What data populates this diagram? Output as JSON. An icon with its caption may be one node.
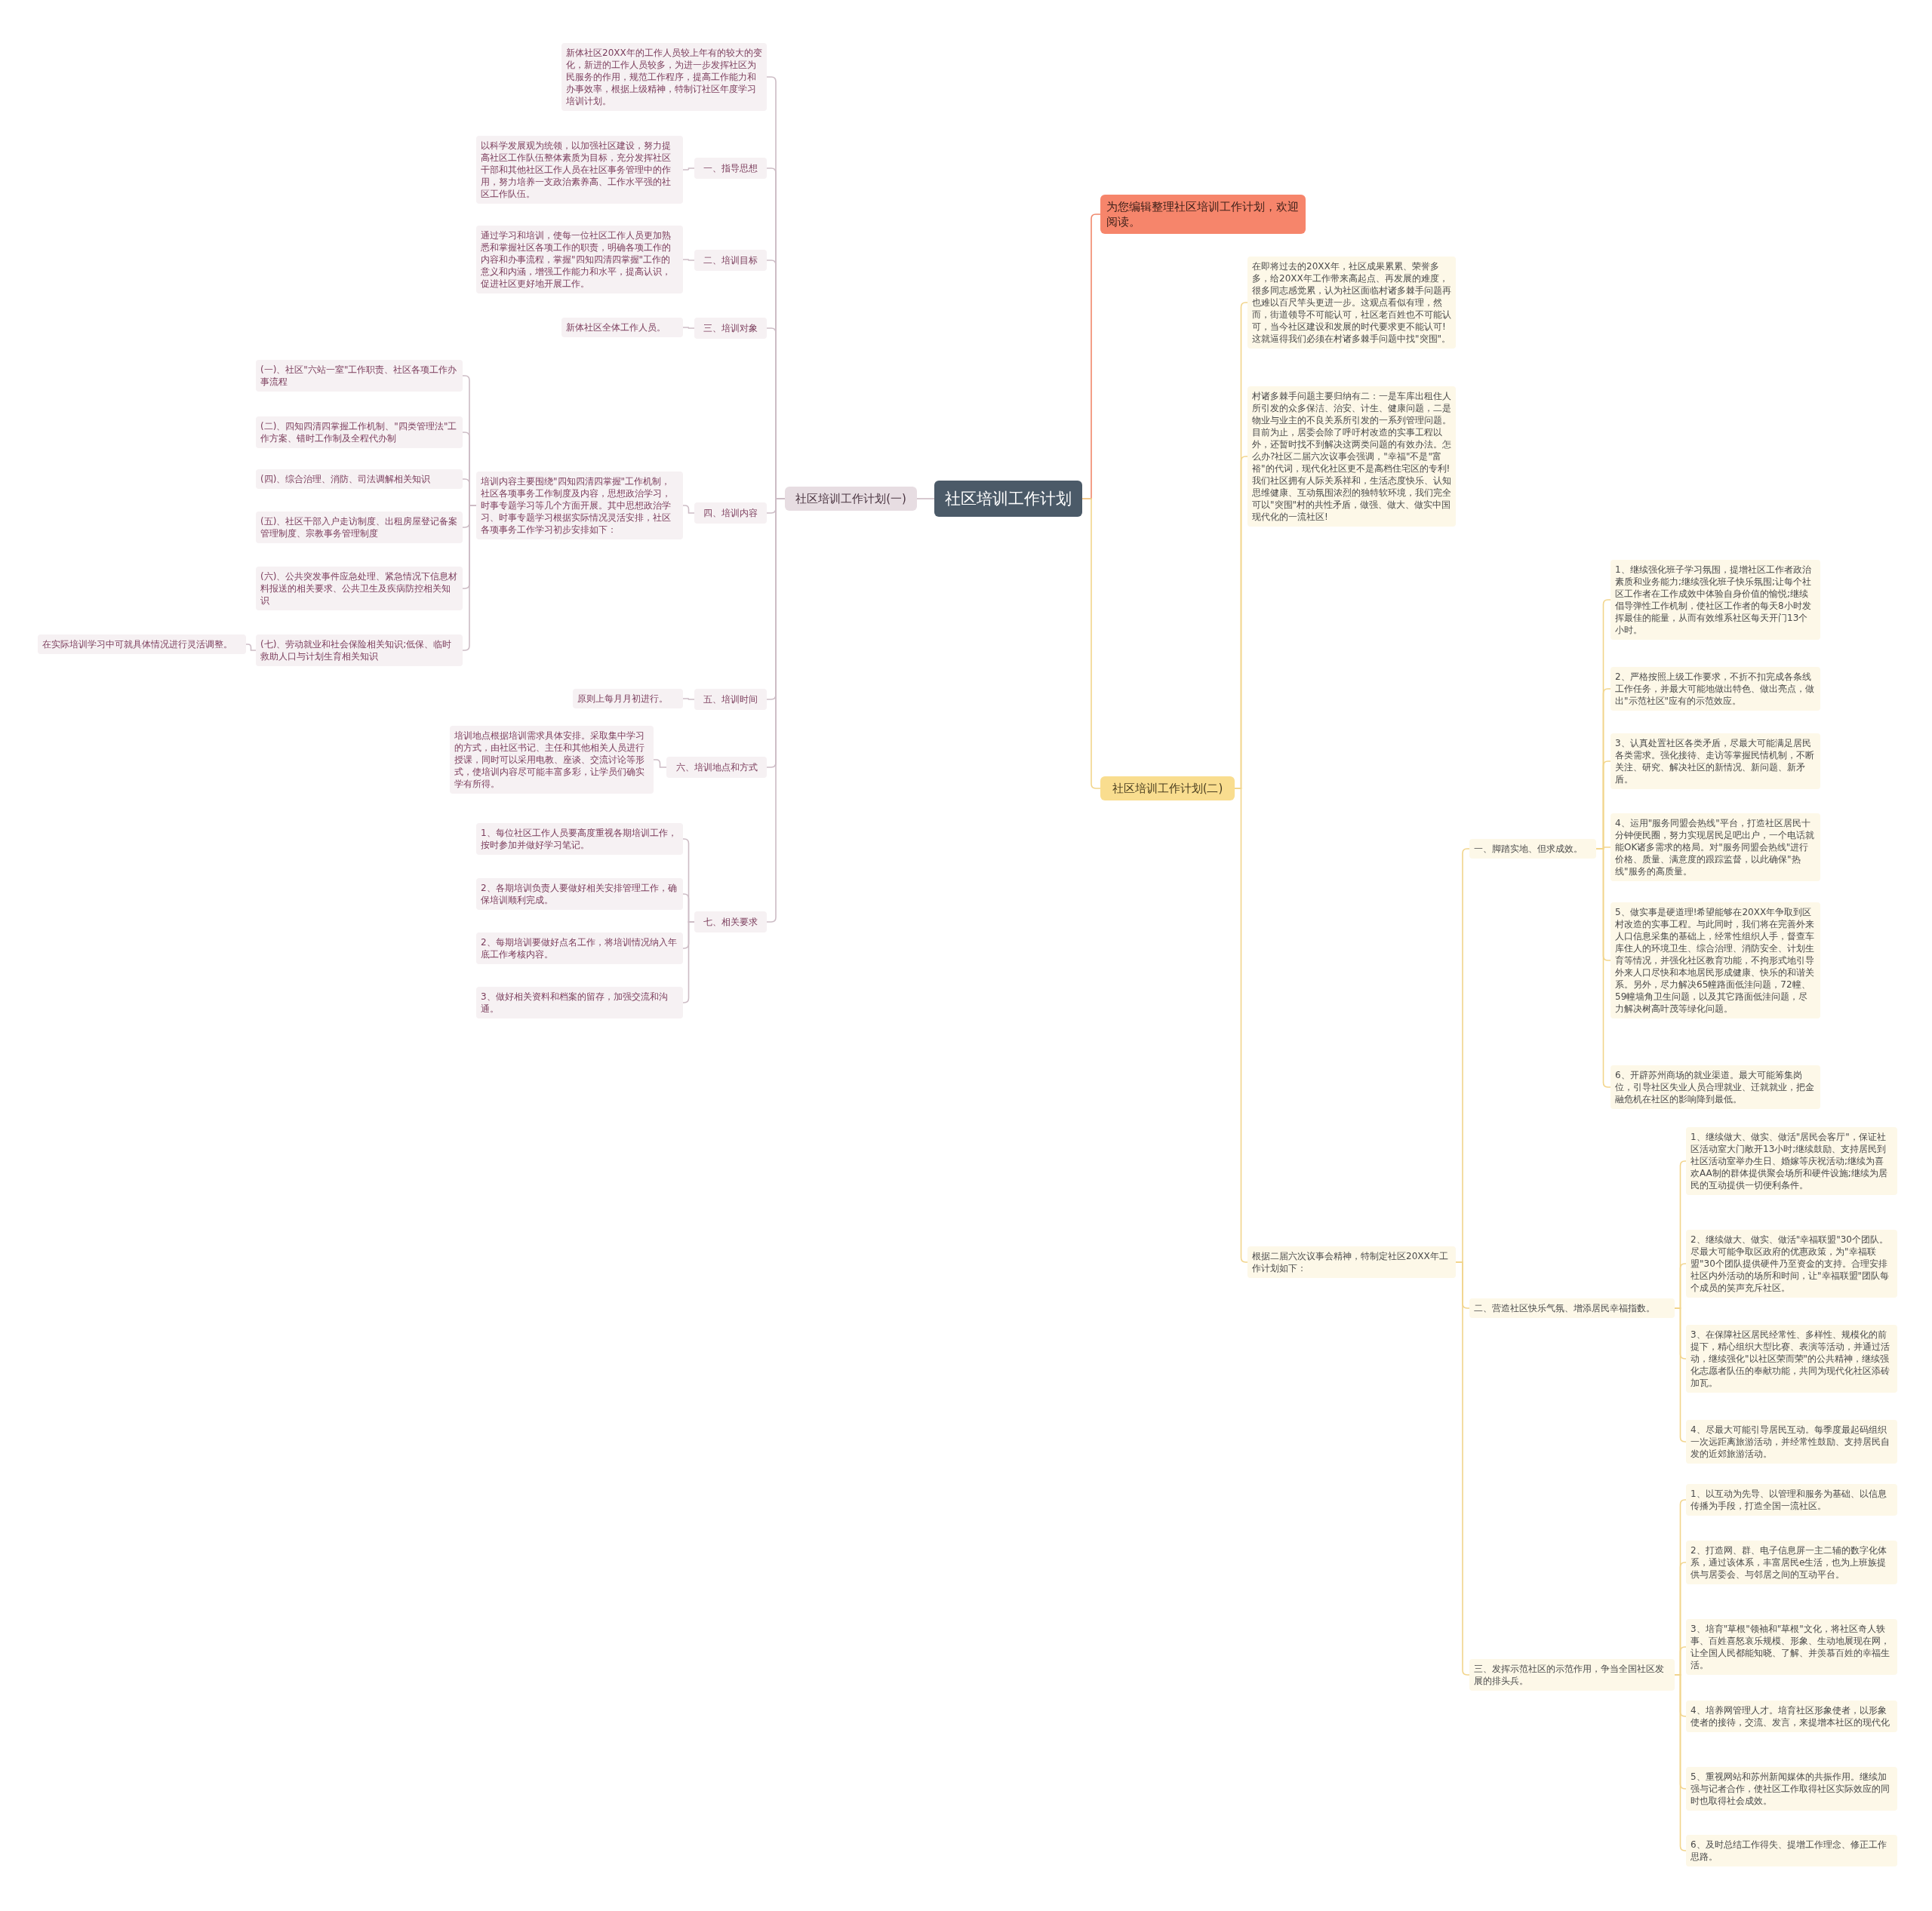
{
  "diagram": {
    "nodes": [
      {
        "text": [
          "社区培训工作计划"
        ]
      },
      {
        "text": [
          "社区培训工作计划(一)"
        ]
      },
      {
        "text": [
          "新体社区20XX年的工作人员较上年有的较大的变化，新进的工作人员较多，为进一步发挥社区为民服务的作用，规范工作程序，提高工作能力和办事效率，根据上级精神，特制订社区年度学习培训计划。"
        ]
      },
      {
        "text": [
          "一、指导思想"
        ]
      },
      {
        "text": [
          "以科学发展观为统领，以加强社区建设，努力提高社区工作队伍整体素质为目标，充分发挥社区干部和其他社区工作人员在社区事务管理中的作用，努力培养一支政治素养高、工作水平强的社区工作队伍。"
        ]
      },
      {
        "text": [
          "二、培训目标"
        ]
      },
      {
        "text": [
          "通过学习和培训，使每一位社区工作人员更加熟悉和掌握社区各项工作的职责，明确各项工作的内容和办事流程，掌握\"四知四清四掌握\"工作的意义和内涵，增强工作能力和水平，提高认识，促进社区更好地开展工作。"
        ]
      },
      {
        "text": [
          "三、培训对象"
        ]
      },
      {
        "text": [
          "新体社区全体工作人员。"
        ]
      },
      {
        "text": [
          "四、培训内容"
        ]
      },
      {
        "text": [
          "培训内容主要围绕\"四知四清四掌握\"工作机制，社区各项事务工作制度及内容，思想政治学习，时事专题学习等几个方面开展。其中思想政治学习、时事专题学习根据实际情况灵活安排，社区各项事务工作学习初步安排如下："
        ]
      },
      {
        "text": [
          "(一)、社区\"六站一室\"工作职责、社区各项工作办事流程"
        ]
      },
      {
        "text": [
          "(二)、四知四清四掌握工作机制、\"四类管理法\"工作方案、错时工作制及全程代办制"
        ]
      },
      {
        "text": [
          "(四)、综合治理、消防、司法调解相关知识"
        ]
      },
      {
        "text": [
          "(五)、社区干部入户走访制度、出租房屋登记备案管理制度、宗教事务管理制度"
        ]
      },
      {
        "text": [
          "(六)、公共突发事件应急处理、紧急情况下信息材料报送的相关要求、公共卫生及疾病防控相关知识"
        ]
      },
      {
        "text": [
          "(七)、劳动就业和社会保险相关知识;低保、临时救助人口与计划生育相关知识"
        ]
      },
      {
        "text": [
          "在实际培训学习中可就具体情况进行灵活调整。"
        ]
      },
      {
        "text": [
          "五、培训时间"
        ]
      },
      {
        "text": [
          "原则上每月月初进行。"
        ]
      },
      {
        "text": [
          "六、培训地点和方式"
        ]
      },
      {
        "text": [
          "培训地点根据培训需求具体安排。采取集中学习的方式，由社区书记、主任和其他相关人员进行授课，同时可以采用电教、座谈、交流讨论等形式，使培训内容尽可能丰富多彩，让学员们确实学有所得。"
        ]
      },
      {
        "text": [
          "七、相关要求"
        ]
      },
      {
        "text": [
          "1、每位社区工作人员要高度重视各期培训工作，按时参加并做好学习笔记。"
        ]
      },
      {
        "text": [
          "2、各期培训负责人要做好相关安排管理工作，确保培训顺利完成。"
        ]
      },
      {
        "text": [
          "2、每期培训要做好点名工作，将培训情况纳入年底工作考核内容。"
        ]
      },
      {
        "text": [
          "3、做好相关资料和档案的留存，加强交流和沟通。"
        ]
      },
      {
        "text": [
          "为您编辑整理社区培训工作计划，欢迎阅读。"
        ]
      },
      {
        "text": [
          "社区培训工作计划(二)"
        ]
      },
      {
        "text": [
          "在即将过去的20XX年，社区成果累累、荣誉多多，给20XX年工作带来高起点、再发展的难度，很多同志感觉累，认为社区面临村诸多棘手问题再也难以百尺竿头更进一步。这观点看似有理，然而，街道领导不可能认可，社区老百姓也不可能认可，当今社区建设和发展的时代要求更不能认可!这就逼得我们必须在村诸多棘手问题中找\"突围\"。"
        ]
      },
      {
        "text": [
          "村诸多棘手问题主要归纳有二：一是车库出租住人所引发的众多保洁、治安、计生、健康问题，二是物业与业主的不良关系所引发的一系列管理问题。目前为止，居委会除了呼吁村改造的实事工程以外，还暂时找不到解决这两类问题的有效办法。怎么办?社区二届六次议事会强调，\"幸福\"不是\"富裕\"的代词，现代化社区更不是高档住宅区的专利!我们社区拥有人际关系祥和，生活态度快乐、认知思维健康、互动氛围浓烈的独特软环境，我们完全可以\"突围\"村的共性矛盾，做强、做大、做实中国现代化的一流社区!"
        ]
      },
      {
        "text": [
          "根据二届六次议事会精神，特制定社区20XX年工作计划如下："
        ]
      },
      {
        "text": [
          "一、脚踏实地、但求成效。"
        ]
      },
      {
        "text": [
          "1、继续强化班子学习氛围，提增社区工作者政治素质和业务能力;继续强化班子快乐氛围;让每个社区工作者在工作成效中体验自身价值的愉悦;继续倡导弹性工作机制，使社区工作者的每天8小时发挥最佳的能量，从而有效维系社区每天开门13个小时。"
        ]
      },
      {
        "text": [
          "2、严格按照上级工作要求，不折不扣完成各条线工作任务，并最大可能地做出特色、做出亮点，做出\"示范社区\"应有的示范效应。"
        ]
      },
      {
        "text": [
          "3、认真处置社区各类矛盾，尽最大可能满足居民各类需求。强化接待、走访等掌握民情机制，不断关注、研究、解决社区的新情况、新问题、新矛盾。"
        ]
      },
      {
        "text": [
          "4、运用\"服务同盟会热线\"平台，打造社区居民十分钟便民圈，努力实现居民足吧出户，一个电话就能OK诸多需求的格局。对\"服务同盟会热线\"进行价格、质量、满意度的跟踪监督，以此确保\"热线\"服务的高质量。"
        ]
      },
      {
        "text": [
          "5、做实事是硬道理!希望能够在20XX年争取到区村改造的实事工程。与此同时，我们将在完善外来人口信息采集的基础上，经常性组织人手，督查车库住人的环境卫生、综合治理、消防安全、计划生育等情况，并强化社区教育功能，不拘形式地引导外来人口尽快和本地居民形成健康、快乐的和谐关系。另外，尽力解决65幢路面低洼问题，72幢、59幢墙角卫生问题，以及其它路面低洼问题，尽力解决树高叶茂等绿化问题。"
        ]
      },
      {
        "text": [
          "6、开辟苏州商场的就业渠道。最大可能筹集岗位，引导社区失业人员合理就业、迁就就业，把金融危机在社区的影响降到最低。"
        ]
      },
      {
        "text": [
          "二、营造社区快乐气氛、增添居民幸福指数。"
        ]
      },
      {
        "text": [
          "1、继续做大、做实、做活\"居民会客厅\"，保证社区活动室大门敞开13小时;继续鼓励、支持居民到社区活动室举办生日、婚嫁等庆祝活动;继续为喜欢AA制的群体提供聚会场所和硬件设施;继续为居民的互动提供一切便利条件。"
        ]
      },
      {
        "text": [
          "2、继续做大、做实、做活\"幸福联盟\"30个团队。尽最大可能争取区政府的优惠政策，为\"幸福联盟\"30个团队提供硬件乃至资金的支持。合理安排社区内外活动的场所和时间，让\"幸福联盟\"团队每个成员的笑声充斥社区。"
        ]
      },
      {
        "text": [
          "3、在保障社区居民经常性、多样性、规模化的前提下，精心组织大型比赛、表演等活动，并通过活动，继续强化\"以社区荣而荣\"的公共精神，继续强化志愿者队伍的奉献功能，共同为现代化社区添砖加瓦。"
        ]
      },
      {
        "text": [
          "4、尽最大可能引导居民互动。每季度最起码组织一次远距离旅游活动，并经常性鼓励、支持居民自发的近郊旅游活动。"
        ]
      },
      {
        "text": [
          "三、发挥示范社区的示范作用，争当全国社区发展的排头兵。"
        ]
      },
      {
        "text": [
          "1、以互动为先导、以管理和服务为基础、以信息传播为手段，打造全国一流社区。"
        ]
      },
      {
        "text": [
          "2、打造网、群、电子信息屏一主二辅的数字化体系，通过该体系，丰富居民e生活，也为上班族提供与居委会、与邻居之间的互动平台。"
        ]
      },
      {
        "text": [
          "3、培育\"草根\"领袖和\"草根\"文化，将社区奇人轶事、百姓喜怒哀乐规模、形象、生动地展现在网，让全国人民都能知晓、了解、并羡慕百姓的幸福生活。"
        ]
      },
      {
        "text": [
          "4、培养网管理人才。培育社区形象使者，以形象使者的接待，交流、发言，来提增本社区的现代化"
        ]
      },
      {
        "text": [
          "5、重视网站和苏州新闻媒体的共振作用。继续加强与记者合作，使社区工作取得社区实际效应的同时也取得社会成效。"
        ]
      },
      {
        "text": [
          "6、及时总结工作得失、提增工作理念、修正工作思路。"
        ]
      }
    ],
    "edges": [
      {
        "from": 0,
        "to": 1,
        "arrow": "none"
      },
      {
        "from": 1,
        "to": 2,
        "arrow": "none"
      },
      {
        "from": 1,
        "to": 3,
        "arrow": "none"
      },
      {
        "from": 3,
        "to": 4,
        "arrow": "none"
      },
      {
        "from": 1,
        "to": 5,
        "arrow": "none"
      },
      {
        "from": 5,
        "to": 6,
        "arrow": "none"
      },
      {
        "from": 1,
        "to": 7,
        "arrow": "none"
      },
      {
        "from": 7,
        "to": 8,
        "arrow": "none"
      },
      {
        "from": 1,
        "to": 9,
        "arrow": "none"
      },
      {
        "from": 9,
        "to": 10,
        "arrow": "none"
      },
      {
        "from": 10,
        "to": 11,
        "arrow": "none"
      },
      {
        "from": 10,
        "to": 12,
        "arrow": "none"
      },
      {
        "from": 10,
        "to": 13,
        "arrow": "none"
      },
      {
        "from": 10,
        "to": 14,
        "arrow": "none"
      },
      {
        "from": 10,
        "to": 15,
        "arrow": "none"
      },
      {
        "from": 10,
        "to": 16,
        "arrow": "none"
      },
      {
        "from": 16,
        "to": 17,
        "arrow": "none"
      },
      {
        "from": 1,
        "to": 18,
        "arrow": "none"
      },
      {
        "from": 18,
        "to": 19,
        "arrow": "none"
      },
      {
        "from": 1,
        "to": 20,
        "arrow": "none"
      },
      {
        "from": 20,
        "to": 21,
        "arrow": "none"
      },
      {
        "from": 1,
        "to": 22,
        "arrow": "none"
      },
      {
        "from": 22,
        "to": 23,
        "arrow": "none"
      },
      {
        "from": 22,
        "to": 24,
        "arrow": "none"
      },
      {
        "from": 22,
        "to": 25,
        "arrow": "none"
      },
      {
        "from": 22,
        "to": 26,
        "arrow": "none"
      },
      {
        "from": 0,
        "to": 27,
        "arrow": "none",
        "color": "#f0876b"
      },
      {
        "from": 0,
        "to": 28,
        "arrow": "none",
        "color": "#f2d58c"
      },
      {
        "from": 28,
        "to": 29,
        "arrow": "none",
        "color": "#f2d58c"
      },
      {
        "from": 28,
        "to": 30,
        "arrow": "none",
        "color": "#f2d58c"
      },
      {
        "from": 28,
        "to": 31,
        "arrow": "none",
        "color": "#f2d58c"
      },
      {
        "from": 31,
        "to": 32,
        "arrow": "none",
        "color": "#f2d58c"
      },
      {
        "from": 32,
        "to": 33,
        "arrow": "none",
        "color": "#f2d58c"
      },
      {
        "from": 32,
        "to": 34,
        "arrow": "none",
        "color": "#f2d58c"
      },
      {
        "from": 32,
        "to": 35,
        "arrow": "none",
        "color": "#f2d58c"
      },
      {
        "from": 32,
        "to": 36,
        "arrow": "none",
        "color": "#f2d58c"
      },
      {
        "from": 32,
        "to": 37,
        "arrow": "none",
        "color": "#f2d58c"
      },
      {
        "from": 32,
        "to": 38,
        "arrow": "none",
        "color": "#f2d58c"
      },
      {
        "from": 31,
        "to": 39,
        "arrow": "none",
        "color": "#f2d58c"
      },
      {
        "from": 39,
        "to": 40,
        "arrow": "none",
        "color": "#f2d58c"
      },
      {
        "from": 39,
        "to": 41,
        "arrow": "none",
        "color": "#f2d58c"
      },
      {
        "from": 39,
        "to": 42,
        "arrow": "none",
        "color": "#f2d58c"
      },
      {
        "from": 39,
        "to": 43,
        "arrow": "none",
        "color": "#f2d58c"
      },
      {
        "from": 31,
        "to": 44,
        "arrow": "none",
        "color": "#f2d58c"
      },
      {
        "from": 44,
        "to": 45,
        "arrow": "none",
        "color": "#f2d58c"
      },
      {
        "from": 44,
        "to": 46,
        "arrow": "none",
        "color": "#f2d58c"
      },
      {
        "from": 44,
        "to": 47,
        "arrow": "none",
        "color": "#f2d58c"
      },
      {
        "from": 44,
        "to": 48,
        "arrow": "none",
        "color": "#f2d58c"
      },
      {
        "from": 44,
        "to": 49,
        "arrow": "none",
        "color": "#f2d58c"
      },
      {
        "from": 44,
        "to": 50,
        "arrow": "none",
        "color": "#f2d58c"
      }
    ]
  }
}
